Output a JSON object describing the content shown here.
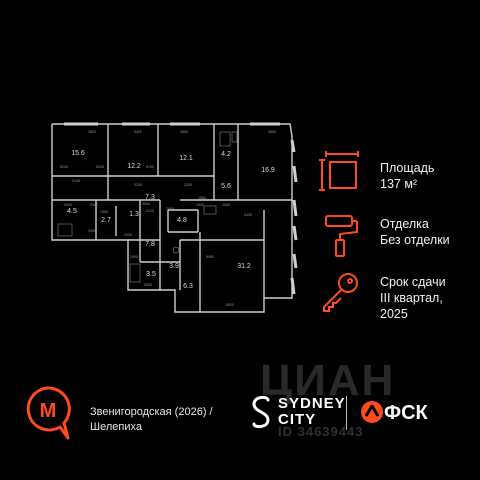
{
  "plan": {
    "rooms": [
      "15.6",
      "12.2",
      "12.1",
      "4.2",
      "16.9",
      "5.6",
      "7.3",
      "4.5",
      "2.7",
      "1.3",
      "4.8",
      "7.8",
      "3.5",
      "3.9",
      "6.3",
      "31.2"
    ],
    "dims": [
      "1800",
      "3400",
      "2600",
      "3600",
      "5240",
      "5240",
      "5190",
      "3240",
      "2140",
      "2230",
      "2000",
      "2400",
      "1300",
      "3040",
      "1840",
      "1560",
      "2030",
      "1990",
      "2030",
      "2130",
      "2000",
      "3430",
      "2490",
      "9450",
      "2000",
      "5320"
    ]
  },
  "info": {
    "area_label": "Площадь",
    "area_value": "137 м²",
    "finish_label": "Отделка",
    "finish_value": "Без отделки",
    "deadline_label": "Срок сдачи",
    "deadline_value_line1": "III квартал,",
    "deadline_value_line2": "2025"
  },
  "metro": {
    "icon_letter": "М",
    "line1": "Звенигородская (2026) /",
    "line2": "Шелепиха"
  },
  "brand": {
    "project_line1": "SYDNEY",
    "project_line2": "CITY",
    "developer": "ФСК"
  },
  "watermark": {
    "logo": "ЦИАН",
    "id": "ID 34639443"
  },
  "colors": {
    "accent": "#ff4b1f",
    "background": "#000000",
    "text": "#f2f2f2"
  }
}
